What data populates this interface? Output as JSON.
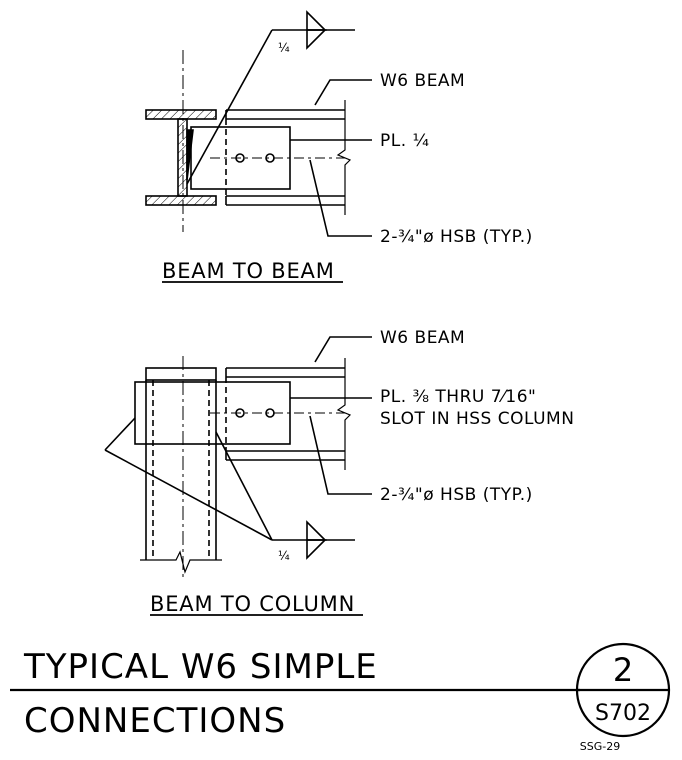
{
  "detail1": {
    "title": "BEAM TO BEAM",
    "weld_size": "¼",
    "beam_label": "W6 BEAM",
    "plate_label": "PL. ¼",
    "bolt_label": "2-¾\"ø HSB (TYP.)"
  },
  "detail2": {
    "title": "BEAM TO COLUMN",
    "weld_size": "¼",
    "beam_label": "W6 BEAM",
    "plate_label_line1": "PL. ⅜ THRU 7⁄16\"",
    "plate_label_line2": "SLOT IN HSS COLUMN",
    "bolt_label": "2-¾\"ø HSB (TYP.)"
  },
  "title_block": {
    "title_line1": "TYPICAL W6 SIMPLE",
    "title_line2": "CONNECTIONS",
    "detail_number": "2",
    "sheet_number": "S702",
    "drawing_ref": "SSG-29"
  }
}
